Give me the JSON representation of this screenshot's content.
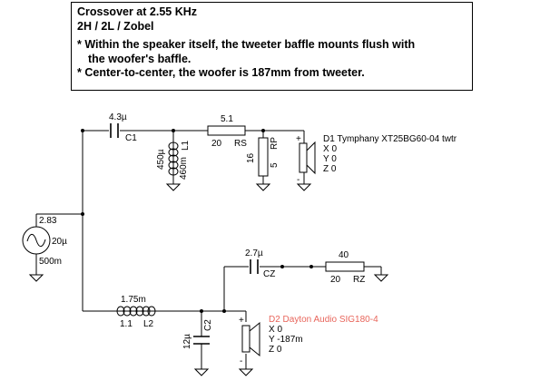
{
  "notes": {
    "title": "Crossover at 2.55 KHz",
    "subtitle": "2H / 2L / Zobel",
    "note1_line1": "* Within the speaker itself, the tweeter baffle mounts flush with",
    "note1_line2": "the woofer's baffle.",
    "note2": "* Center-to-center, the woofer is 187mm from tweeter."
  },
  "source": {
    "voltage": "2.83",
    "resistance": "20µ",
    "impedance": "500m"
  },
  "C1": {
    "name": "C1",
    "value": "4.3µ"
  },
  "L1": {
    "name": "L1",
    "value": "450µ",
    "resistance": "460m"
  },
  "RS": {
    "name": "RS",
    "value": "5.1",
    "secondary": "20"
  },
  "RP": {
    "name": "RP",
    "value": "16",
    "secondary": "5"
  },
  "tweeter": {
    "label": "D1 Tymphany XT25BG60-04 twtr",
    "x": "X 0",
    "y": "Y 0",
    "z": "Z 0",
    "plus": "+",
    "minus": "-"
  },
  "CZ": {
    "name": "CZ",
    "value": "2.7µ"
  },
  "RZ": {
    "name": "RZ",
    "value": "40",
    "secondary": "20"
  },
  "L2": {
    "name": "L2",
    "value": "1.75m",
    "resistance": "1.1"
  },
  "C2": {
    "name": "C2",
    "value": "12µ"
  },
  "woofer": {
    "label": "D2 Dayton Audio SIG180-4",
    "label_color": "#e8655b",
    "x": "X 0",
    "y": "Y -187m",
    "z": "Z 0",
    "plus": "+",
    "minus": "-"
  }
}
